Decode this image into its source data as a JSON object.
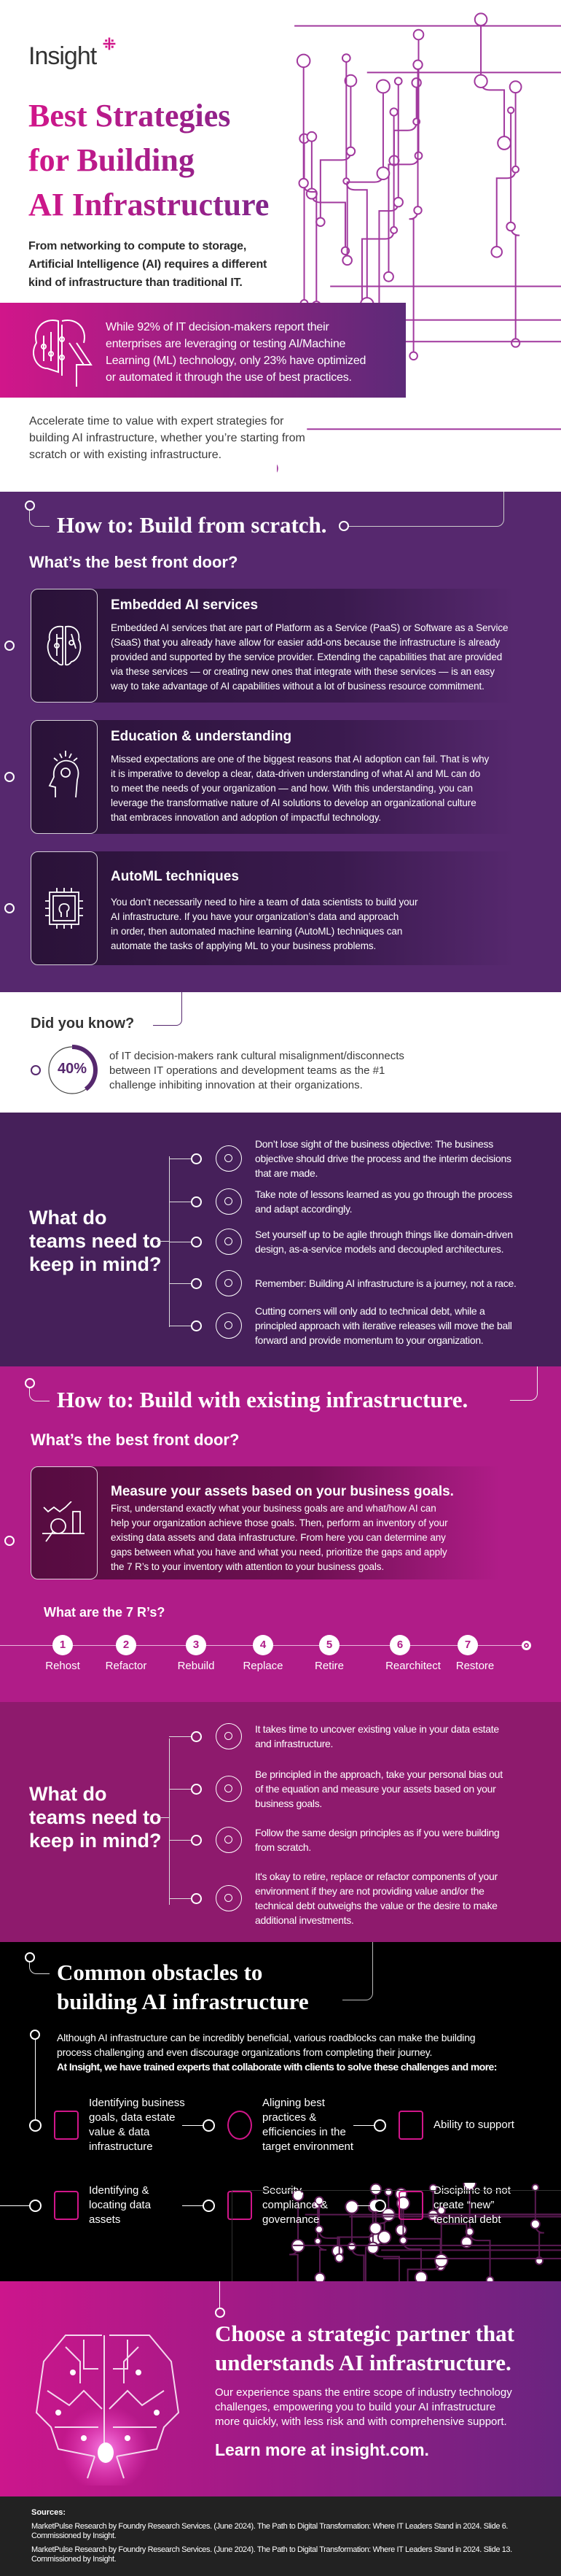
{
  "brand": {
    "logo": "Insight",
    "accent": "#d1168a",
    "purple": "#56286e"
  },
  "hero": {
    "title_lines": [
      "Best Strategies",
      "for Building",
      "AI Infrastructure"
    ],
    "subtitle_lines": [
      "From networking to compute to storage,",
      "Artificial Intelligence (AI) requires a different",
      "kind of infrastructure than traditional IT."
    ],
    "stat_lines": [
      "While 92% of IT decision-makers report their",
      "enterprises are leveraging or testing AI/Machine",
      "Learning (ML) technology, only 23% have optimized",
      "or automated it through the use of best practices."
    ],
    "intro_lines": [
      "Accelerate time to value with expert strategies for",
      "building AI infrastructure, whether you’re starting from",
      "scratch or with existing infrastructure."
    ]
  },
  "scratch": {
    "heading": "How to: Build from scratch.",
    "subheading": "What’s the best front door?",
    "cards": [
      {
        "icon": "brain-circuit-icon",
        "title": "Embedded AI services",
        "lines": [
          "Embedded AI services that are part of Platform as a Service (PaaS) or Software as a Service",
          "(SaaS) that you already have allow for easier add-ons because the infrastructure is already",
          "provided and supported by the service provider. Extending the capabilities that are provided",
          "via these services — or creating new ones that integrate with these services — is an easy",
          "way to take advantage of AI capabilities without a lot of business resource commitment."
        ]
      },
      {
        "icon": "head-gear-icon",
        "title": "Education & understanding",
        "lines": [
          "Missed expectations are one of the biggest reasons that AI adoption can fail. That is why",
          "it is imperative to develop a clear, data-driven understanding of what AI and ML can do",
          "to meet the needs of your organization — and how.  With this understanding, you can",
          "leverage the transformative nature of AI solutions to develop an organizational culture",
          "that embraces innovation and adoption of impactful technology."
        ]
      },
      {
        "icon": "chip-head-icon",
        "title": "AutoML techniques",
        "lines": [
          "You don’t necessarily need to hire a team of data scientists to build your",
          "AI infrastructure. If you have your organization’s data and approach",
          "in order, then automated machine learning (AutoML) techniques can",
          "automate the tasks of applying ML to your business problems."
        ]
      }
    ]
  },
  "did_you_know": {
    "heading": "Did you know?",
    "stat": "40%",
    "stat_value": 40,
    "lines": [
      "of IT decision-makers rank cultural misalignment/disconnects",
      "between IT operations and development teams as the #1",
      "challenge inhibiting innovation at their organizations."
    ]
  },
  "keep1": {
    "heading_lines": [
      "What do",
      "teams need to",
      "keep in mind?"
    ],
    "items": [
      {
        "icon": "target-icon",
        "lines": [
          "Don’t lose sight of the business objective: The business",
          "objective should drive the process and the interim decisions",
          "that are made."
        ]
      },
      {
        "icon": "lightbulb-gear-icon",
        "lines": [
          "Take note of lessons learned as you go through the process",
          "and adapt accordingly."
        ]
      },
      {
        "icon": "gears-cycle-icon",
        "lines": [
          "Set yourself up to be agile through things like domain-driven",
          "design, as-a-service models and decoupled architectures."
        ]
      },
      {
        "icon": "map-pin-route-icon",
        "lines": [
          "Remember: Building AI infrastructure is a journey, not a race."
        ]
      },
      {
        "icon": "money-weight-icon",
        "lines": [
          "Cutting corners will only add to technical debt, while a",
          "principled approach with iterative releases will move the ball",
          "forward and provide momentum to your organization."
        ]
      }
    ]
  },
  "existing": {
    "heading": "How to: Build with existing infrastructure.",
    "subheading": "What’s the best front door?",
    "card": {
      "icon": "chart-magnifier-icon",
      "title": "Measure your assets based on your business goals.",
      "lines": [
        "First, understand exactly what your business goals are and what/how AI can",
        "help your organization achieve those goals. Then, perform an inventory of your",
        "existing data assets and data infrastructure. From here you can determine any",
        "gaps between what you have and what you need, prioritize the gaps and apply",
        "the 7 R’s to your inventory with attention to your business goals."
      ]
    },
    "rs_heading": "What are the 7 R’s?",
    "rs": [
      {
        "n": "1",
        "label": "Rehost"
      },
      {
        "n": "2",
        "label": "Refactor"
      },
      {
        "n": "3",
        "label": "Rebuild"
      },
      {
        "n": "4",
        "label": "Replace"
      },
      {
        "n": "5",
        "label": "Retire"
      },
      {
        "n": "6",
        "label": "Rearchitect"
      },
      {
        "n": "7",
        "label": "Restore"
      }
    ]
  },
  "keep2": {
    "heading_lines": [
      "What do",
      "teams need to",
      "keep in mind?"
    ],
    "items": [
      {
        "icon": "magnifier-icon",
        "lines": [
          "It takes time to uncover existing value in your data estate",
          "and infrastructure."
        ]
      },
      {
        "icon": "trend-chart-icon",
        "lines": [
          "Be principled in the approach, take your personal bias out",
          "of the equation and measure your assets based on your",
          "business goals."
        ]
      },
      {
        "icon": "clipboard-checklist-icon",
        "lines": [
          "Follow the same design principles as if you were building",
          "from scratch."
        ]
      },
      {
        "icon": "atom-cycle-icon",
        "lines": [
          "It's okay to retire, replace or refactor components of your",
          "environment if they are not providing value and/or the",
          "technical debt outweighs the value or the desire to make",
          "additional investments."
        ]
      }
    ]
  },
  "obstacles": {
    "heading_lines": [
      "Common obstacles to",
      "building AI infrastructure"
    ],
    "intro_lines": [
      "Although AI infrastructure can be incredibly beneficial, various roadblocks can make the building",
      "process challenging and even discourage organizations from completing their journey."
    ],
    "intro_bold": "At Insight, we have trained experts that collaborate with clients to solve these challenges and more:",
    "items": [
      {
        "icon": "clipboard-search-icon",
        "lines": [
          "Identifying business",
          "goals, data estate",
          "value & data",
          "infrastructure"
        ]
      },
      {
        "icon": "check-circle-icon",
        "lines": [
          "Aligning best",
          "practices &",
          "efficiencies in the",
          "target environment"
        ]
      },
      {
        "icon": "hands-gear-icon",
        "lines": [
          "Ability to support"
        ]
      },
      {
        "icon": "server-search-icon",
        "lines": [
          "Identifying &",
          "locating data",
          "assets"
        ]
      },
      {
        "icon": "bank-building-icon",
        "lines": [
          "Security,",
          "compliance &",
          "governance"
        ]
      },
      {
        "icon": "money-bag-icon",
        "lines": [
          "Discipline to not",
          "create “new”",
          "technical debt"
        ]
      }
    ]
  },
  "cta": {
    "title_lines": [
      "Choose a strategic partner that",
      "understands AI infrastructure."
    ],
    "body_lines": [
      "Our experience spans the entire scope of industry technology",
      "challenges, empowering you to build your AI infrastructure",
      "more quickly, with less risk and with comprehensive support."
    ],
    "link": "Learn more at insight.com."
  },
  "sources": {
    "heading": "Sources:",
    "items": [
      [
        "MarketPulse Research by Foundry Research Services. (June 2024). The Path to Digital Transformation: Where IT Leaders Stand in 2024. Slide 6.",
        "Commissioned by Insight."
      ],
      [
        "MarketPulse Research by Foundry Research Services. (June 2024). The Path to Digital Transformation: Where IT Leaders Stand in 2024. Slide 13.",
        "Commissioned by Insight."
      ]
    ]
  }
}
